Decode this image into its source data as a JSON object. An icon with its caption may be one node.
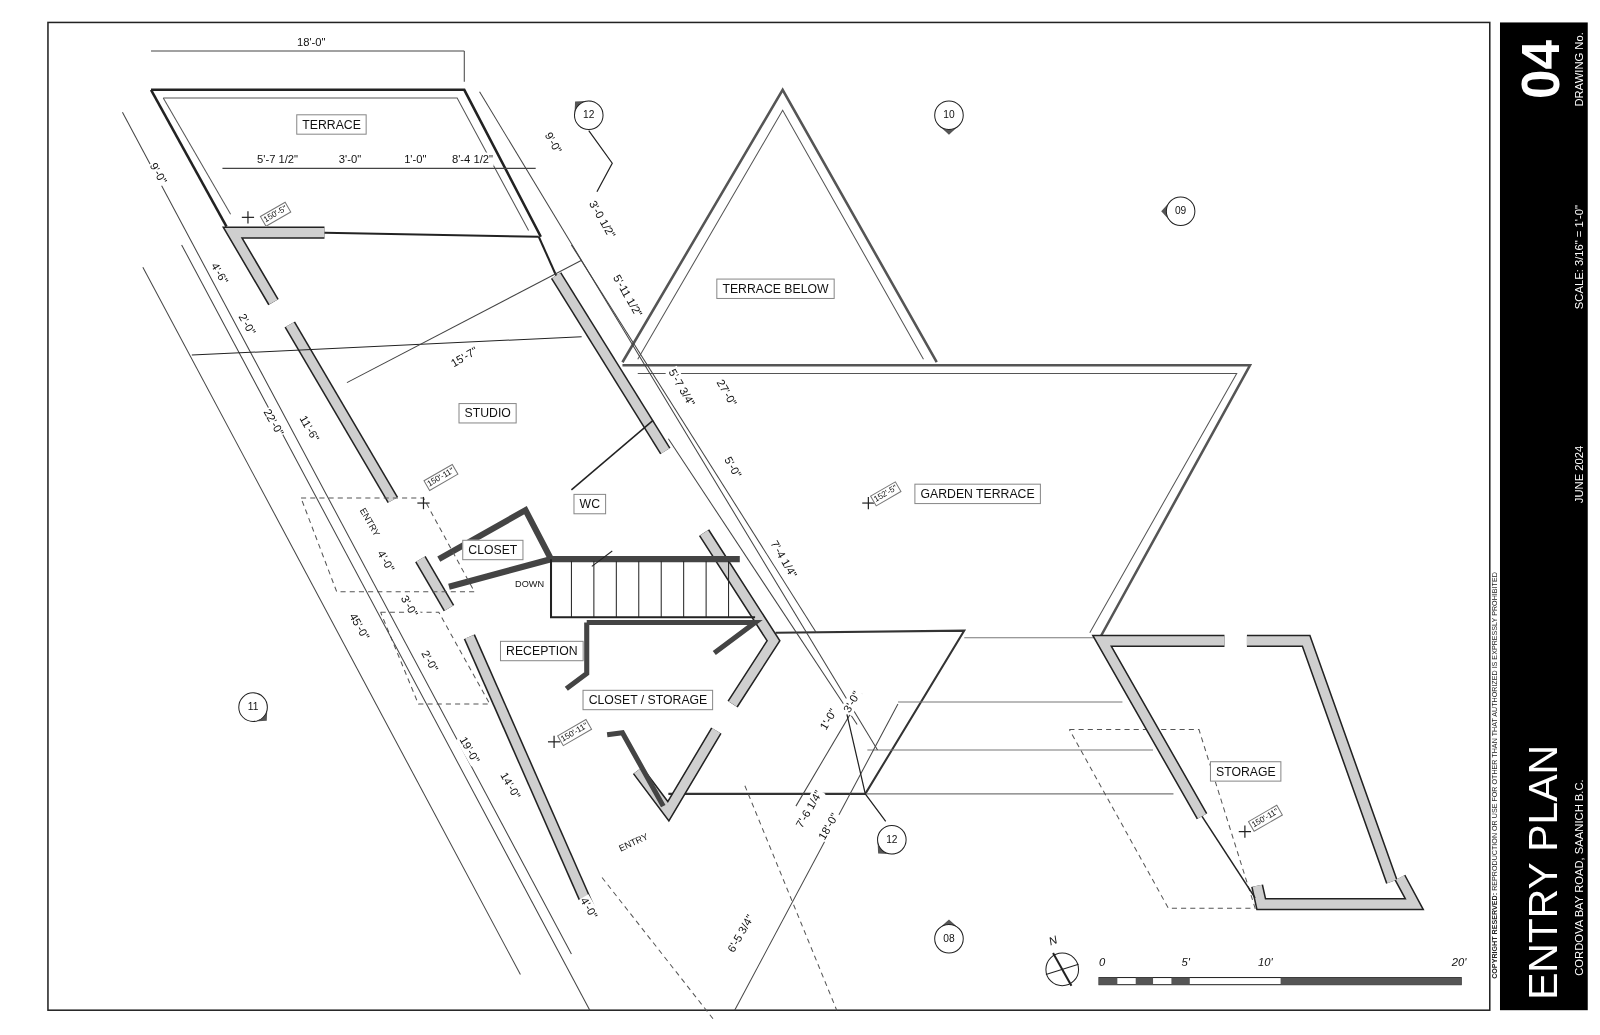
{
  "diagram": {
    "title": "ENTRY PLAN",
    "nodes": [
      {
        "text": [
          "TERRACE"
        ]
      },
      {
        "text": [
          "STUDIO"
        ]
      },
      {
        "text": [
          "WC"
        ]
      },
      {
        "text": [
          "CLOSET"
        ]
      },
      {
        "text": [
          "RECEPTION"
        ]
      },
      {
        "text": [
          "CLOSET / STORAGE"
        ]
      },
      {
        "text": [
          "TERRACE BELOW"
        ]
      },
      {
        "text": [
          "GARDEN TERRACE"
        ]
      },
      {
        "text": [
          "STORAGE"
        ]
      },
      {
        "text": [
          "12"
        ]
      },
      {
        "text": [
          "10"
        ]
      },
      {
        "text": [
          "09"
        ]
      },
      {
        "text": [
          "11"
        ]
      },
      {
        "text": [
          "12"
        ]
      },
      {
        "text": [
          "08"
        ]
      }
    ],
    "labels": [
      "150'-5\"",
      "18'-0\"",
      "9'-0\"",
      "9'-0\"",
      "5'-7 1/2\"",
      "3'-0\"",
      "1'-0\"",
      "8'-4 1/2\"",
      "3'-0 1/2\"",
      "4'-6\"",
      "5'-11 1/2\"",
      "2'-0\"",
      "15'-7\"",
      "5'-7 3/4\"",
      "27'-0\"",
      "22'-0\"",
      "11'-6\"",
      "5'-0\"",
      "150'-11\"",
      "152'-5\"",
      "ENTRY",
      "4'-0\"",
      "7'-4 1/4\"",
      "DOWN",
      "3'-0\"",
      "45'-0\"",
      "2'-0\"",
      "3'-0\"",
      "1'-0\"",
      "150'-11\"",
      "19'-0\"",
      "14'-0\"",
      "7'-6 1/4\"",
      "150'-11\"",
      "18'-0\"",
      "ENTRY",
      "4'-0\"",
      "6'-5 3/4\"",
      "N",
      "0",
      "5'",
      "10'",
      "20'",
      "**COPYRIGHT RESERVED:** REPRODUCTION OR USE FOR OTHER THAN THAT AUTHORIZED IS EXPRESSLY PROHIBITED",
      "CORDOVA BAY ROAD, SAANICH B.C.",
      "JUNE 2024",
      "SCALE: 3/16\" = 1'-0\"",
      "04",
      "DRAWING No."
    ]
  }
}
